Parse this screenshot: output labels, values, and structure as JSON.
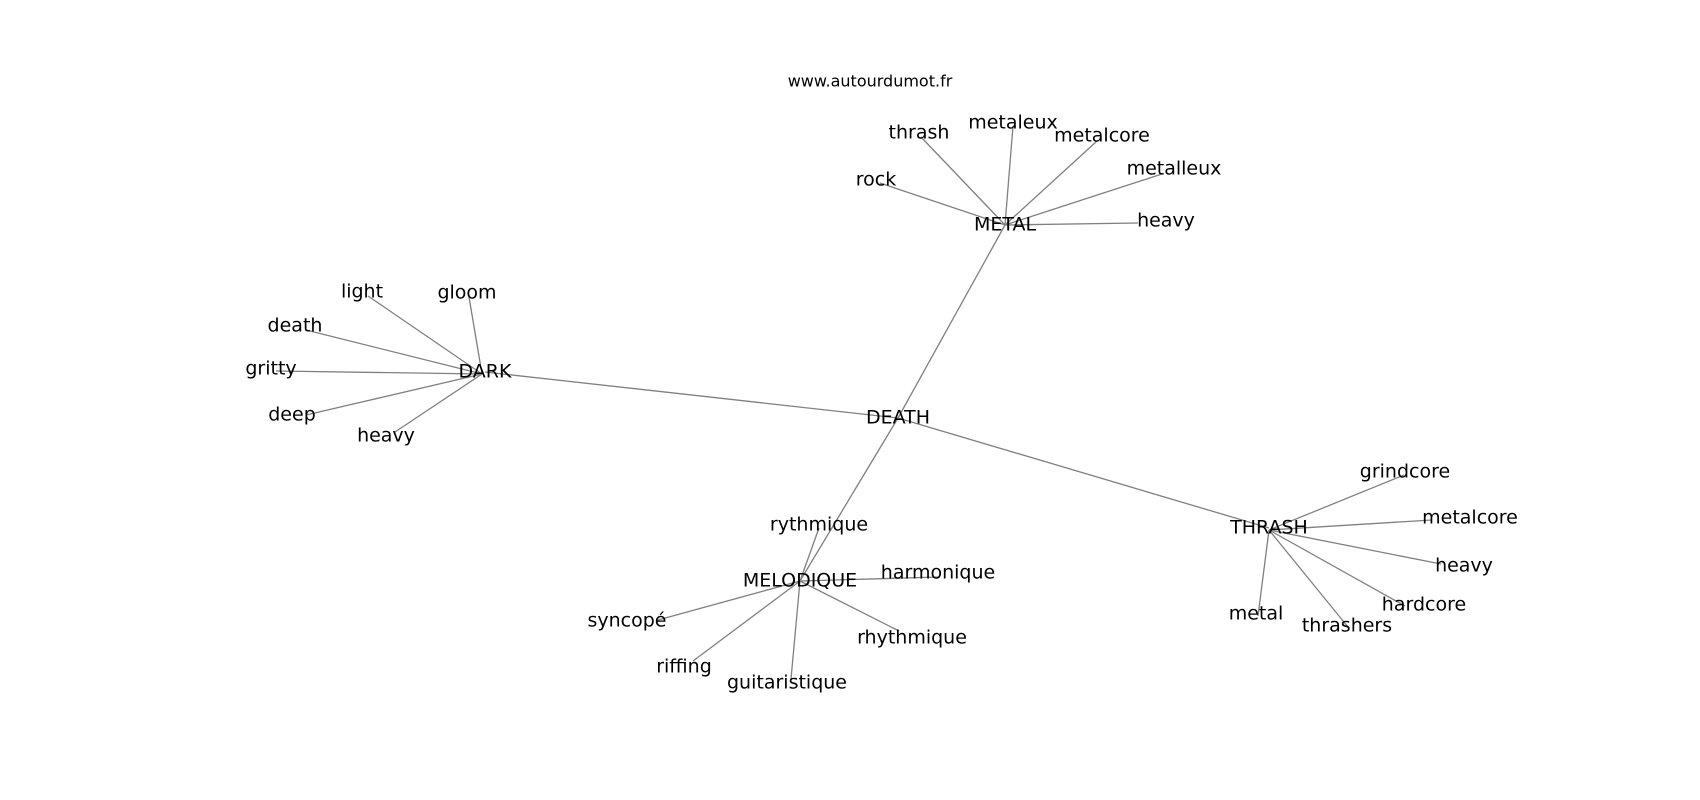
{
  "source": "www.autourdumot.fr",
  "center": "DEATH",
  "groups": [
    {
      "hub": "METAL",
      "words": [
        "rock",
        "thrash",
        "metaleux",
        "metalcore",
        "metalleux",
        "heavy"
      ]
    },
    {
      "hub": "DARK",
      "words": [
        "light",
        "gloom",
        "death",
        "gritty",
        "deep",
        "heavy"
      ]
    },
    {
      "hub": "MELODIQUE",
      "words": [
        "rythmique",
        "harmonique",
        "syncopé",
        "riffing",
        "guitaristique",
        "rhythmique"
      ]
    },
    {
      "hub": "THRASH",
      "words": [
        "grindcore",
        "metalcore",
        "heavy",
        "hardcore",
        "thrashers",
        "metal"
      ]
    }
  ]
}
